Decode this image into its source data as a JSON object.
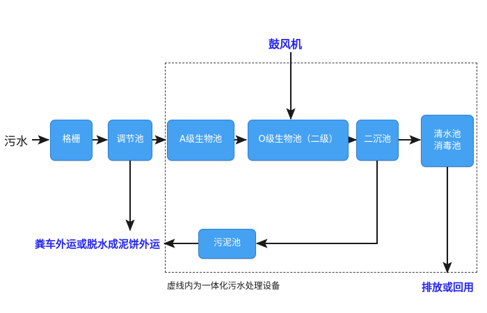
{
  "diagram": {
    "title_label": "鼓风机",
    "inlet_label": "污水",
    "dashed_caption": "虚线内为一体化污水处理设备",
    "sludge_outlet_label": "粪车外运或脱水成泥饼外运",
    "effluent_label": "排放或回用",
    "accent_color": "#45A1F2",
    "accent_border_color": "#2A7FD4",
    "label_blue_color": "#2222F5",
    "arrow_color": "#1a1a1a",
    "dashed_color": "#3a3a3a",
    "nodes": [
      {
        "id": "grille",
        "label": "格栅",
        "label2": ""
      },
      {
        "id": "regulating",
        "label": "调节池",
        "label2": ""
      },
      {
        "id": "a-stage",
        "label": "A级生物池",
        "label2": ""
      },
      {
        "id": "o-stage",
        "label": "O级生物池（二级）",
        "label2": ""
      },
      {
        "id": "secondary",
        "label": "二沉池",
        "label2": ""
      },
      {
        "id": "clearwater",
        "label": "清水池",
        "label2": "消毒池"
      },
      {
        "id": "sludge",
        "label": "污泥池",
        "label2": ""
      }
    ]
  }
}
